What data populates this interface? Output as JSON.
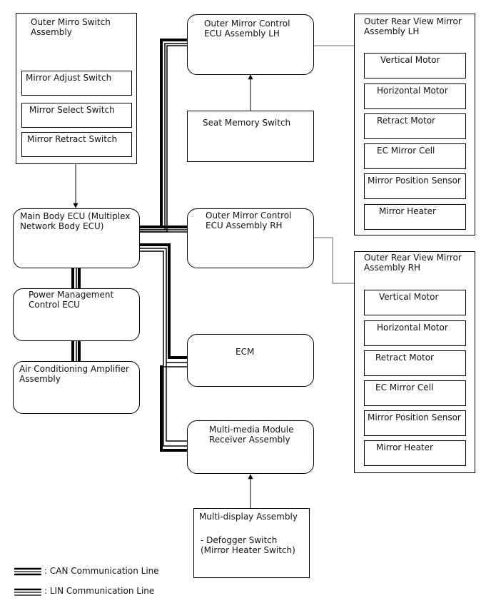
{
  "nodes": {
    "switch_assembly": {
      "title": "Outer Mirro Switch\nAssembly",
      "items": [
        "Mirror Adjust Switch",
        "Mirror Select Switch",
        "Mirror Retract Switch"
      ]
    },
    "main_body_ecu": "Main Body ECU (Multiplex\nNetwork Body ECU)",
    "power_mgmt_ecu": "Power Management\nControl ECU",
    "ac_amplifier": "Air Conditioning Amplifier\nAssembly",
    "mirror_ecu_lh": "Outer Mirror Control\nECU Assembly LH",
    "seat_memory": "Seat Memory Switch",
    "mirror_ecu_rh": "Outer Mirror Control\nECU Assembly RH",
    "ecm": "ECM",
    "multimedia": "Multi-media Module\nReceiver Assembly",
    "multidisplay": {
      "title": "Multi-display Assembly",
      "detail": "- Defogger Switch\n(Mirror Heater Switch)"
    },
    "mirror_lh": {
      "title": "Outer Rear View Mirror\nAssembly LH",
      "items": [
        "Vertical Motor",
        "Horizontal Motor",
        "Retract Motor",
        "EC Mirror Cell",
        "Mirror Position Sensor",
        "Mirror Heater"
      ]
    },
    "mirror_rh": {
      "title": "Outer Rear View Mirror\nAssembly RH",
      "items": [
        "Vertical Motor",
        "Horizontal Motor",
        "Retract Motor",
        "EC Mirror Cell",
        "Mirror Position Sensor",
        "Mirror Heater"
      ]
    }
  },
  "legend": {
    "can": ": CAN Communication Line",
    "lin": ": LIN Communication Line"
  }
}
